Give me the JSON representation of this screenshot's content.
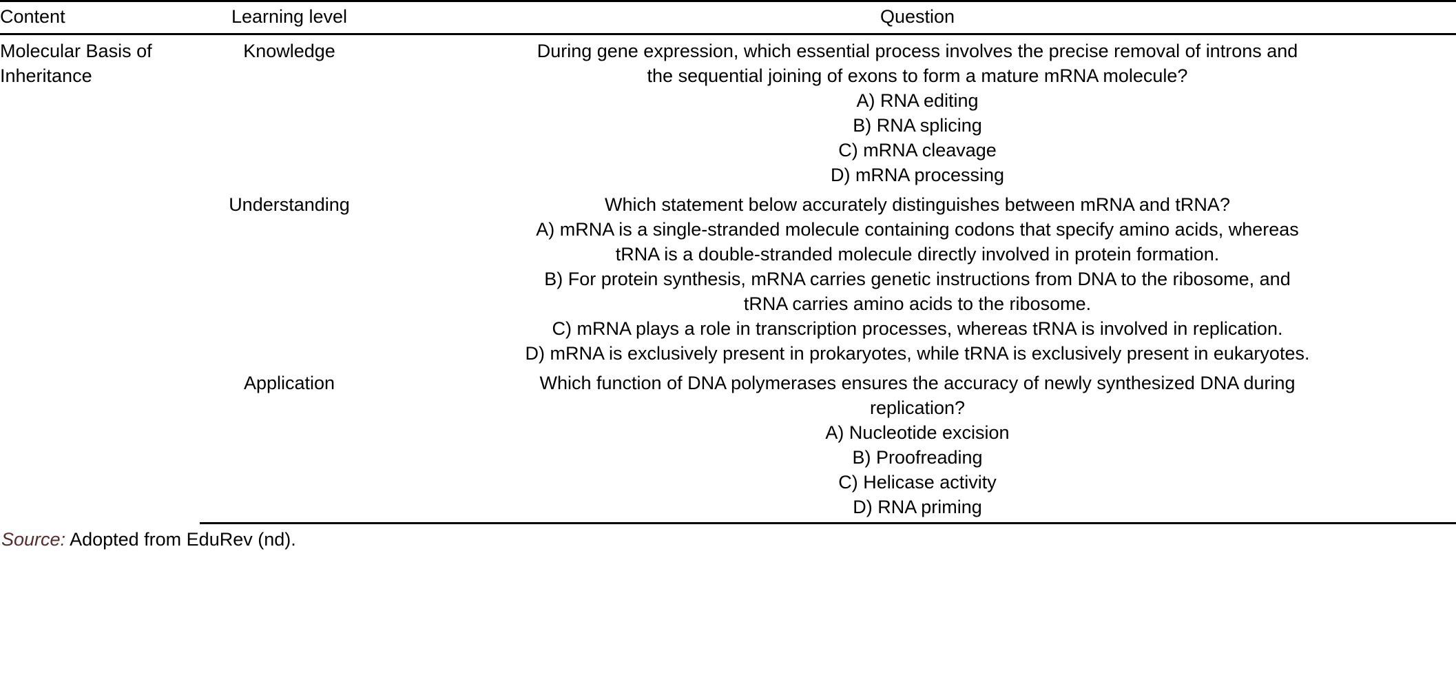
{
  "table": {
    "headers": {
      "content": "Content",
      "learning_level": "Learning level",
      "question": "Question"
    },
    "rows": [
      {
        "content": "Molecular Basis of Inheritance",
        "content_line1": "Molecular Basis of",
        "content_line2": "Inheritance",
        "levels": [
          {
            "level": "Knowledge",
            "stem_line1": "During gene expression, which essential process involves the precise removal of introns and",
            "stem_line2": "the sequential joining of exons to form a mature mRNA molecule?",
            "options": [
              "A) RNA editing",
              "B) RNA splicing",
              "C) mRNA cleavage",
              "D) mRNA processing"
            ]
          },
          {
            "level": "Understanding",
            "stem_line1": "Which statement below accurately distinguishes between mRNA and tRNA?",
            "stem_line2": "",
            "options": [
              "A) mRNA is a single-stranded molecule containing codons that specify amino acids, whereas",
              "tRNA is a double-stranded molecule directly involved in protein formation.",
              "B) For protein synthesis, mRNA carries genetic instructions from DNA to the ribosome, and",
              "tRNA carries amino acids to the ribosome.",
              "C) mRNA plays a role in transcription processes, whereas tRNA is involved in replication.",
              "D) mRNA is exclusively present in prokaryotes, while tRNA is exclusively present in eukaryotes."
            ]
          },
          {
            "level": "Application",
            "stem_line1": "Which function of DNA polymerases ensures the accuracy of newly synthesized DNA during",
            "stem_line2": "replication?",
            "options": [
              "A) Nucleotide excision",
              "B) Proofreading",
              "C) Helicase activity",
              "D) RNA priming"
            ]
          }
        ]
      }
    ]
  },
  "source": {
    "label": "Source:",
    "text": " Adopted from EduRev (nd).",
    "label_color": "#5a2a2a"
  }
}
